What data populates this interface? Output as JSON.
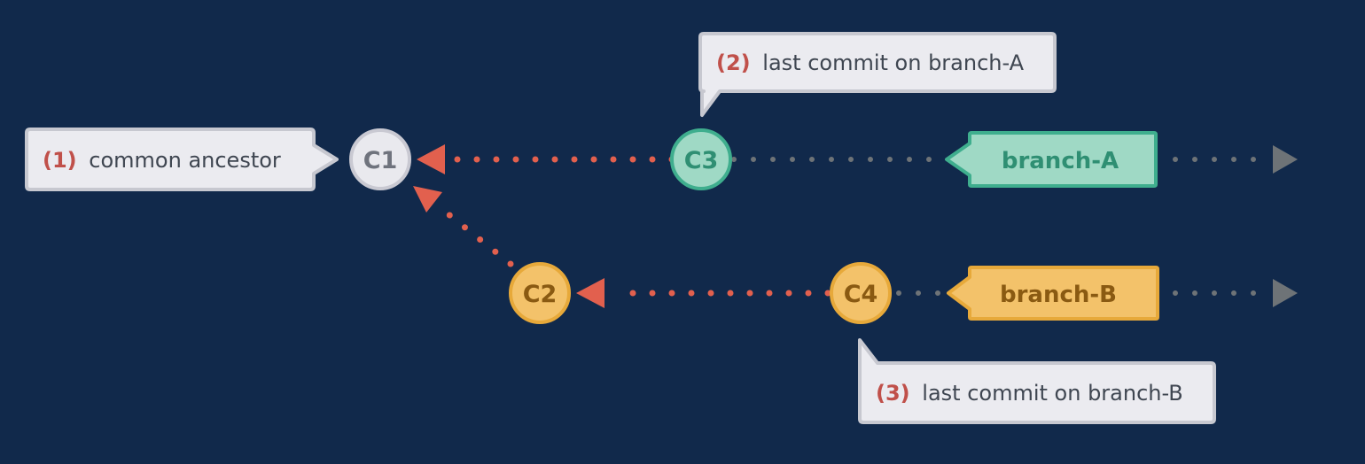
{
  "colors": {
    "background": "#11294b",
    "merge_path": "#e2604e",
    "branch_path": "#6e7377",
    "callout_fill": "#ebebf0",
    "callout_text": "#3f4651",
    "callout_number": "#c0504a",
    "neutral_commit_fill": "#e9e9ee",
    "neutral_commit_text": "#6f737d",
    "branch_a_fill": "#9fd9c5",
    "branch_a_stroke": "#3fae8e",
    "branch_a_text": "#2f8f73",
    "branch_b_fill": "#f3c26a",
    "branch_b_stroke": "#e7a93a",
    "branch_b_text": "#8a5a12"
  },
  "commits": {
    "c1": "C1",
    "c2": "C2",
    "c3": "C3",
    "c4": "C4"
  },
  "branches": {
    "a": "branch-A",
    "b": "branch-B"
  },
  "callouts": {
    "common_ancestor": {
      "number": "(1)",
      "text": "common ancestor"
    },
    "last_commit_a": {
      "number": "(2)",
      "text": "last commit on branch-A"
    },
    "last_commit_b": {
      "number": "(3)",
      "text": "last commit on branch-B"
    }
  }
}
